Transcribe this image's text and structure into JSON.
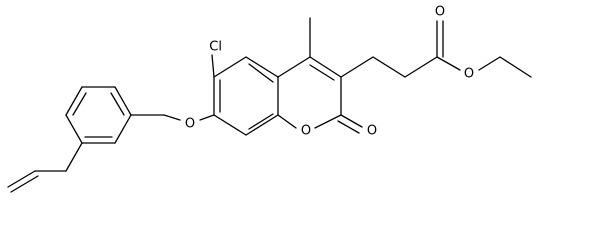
{
  "structure": {
    "atom_labels": {
      "chlorine": "Cl",
      "ether_oxygen": "O",
      "ring_oxygen": "O",
      "carbonyl_oxygen": "O",
      "ester_carbonyl_oxygen": "O",
      "ester_oxygen": "O"
    },
    "colors": {
      "bond": "#000000",
      "label": "#000000",
      "background": "#ffffff"
    }
  }
}
